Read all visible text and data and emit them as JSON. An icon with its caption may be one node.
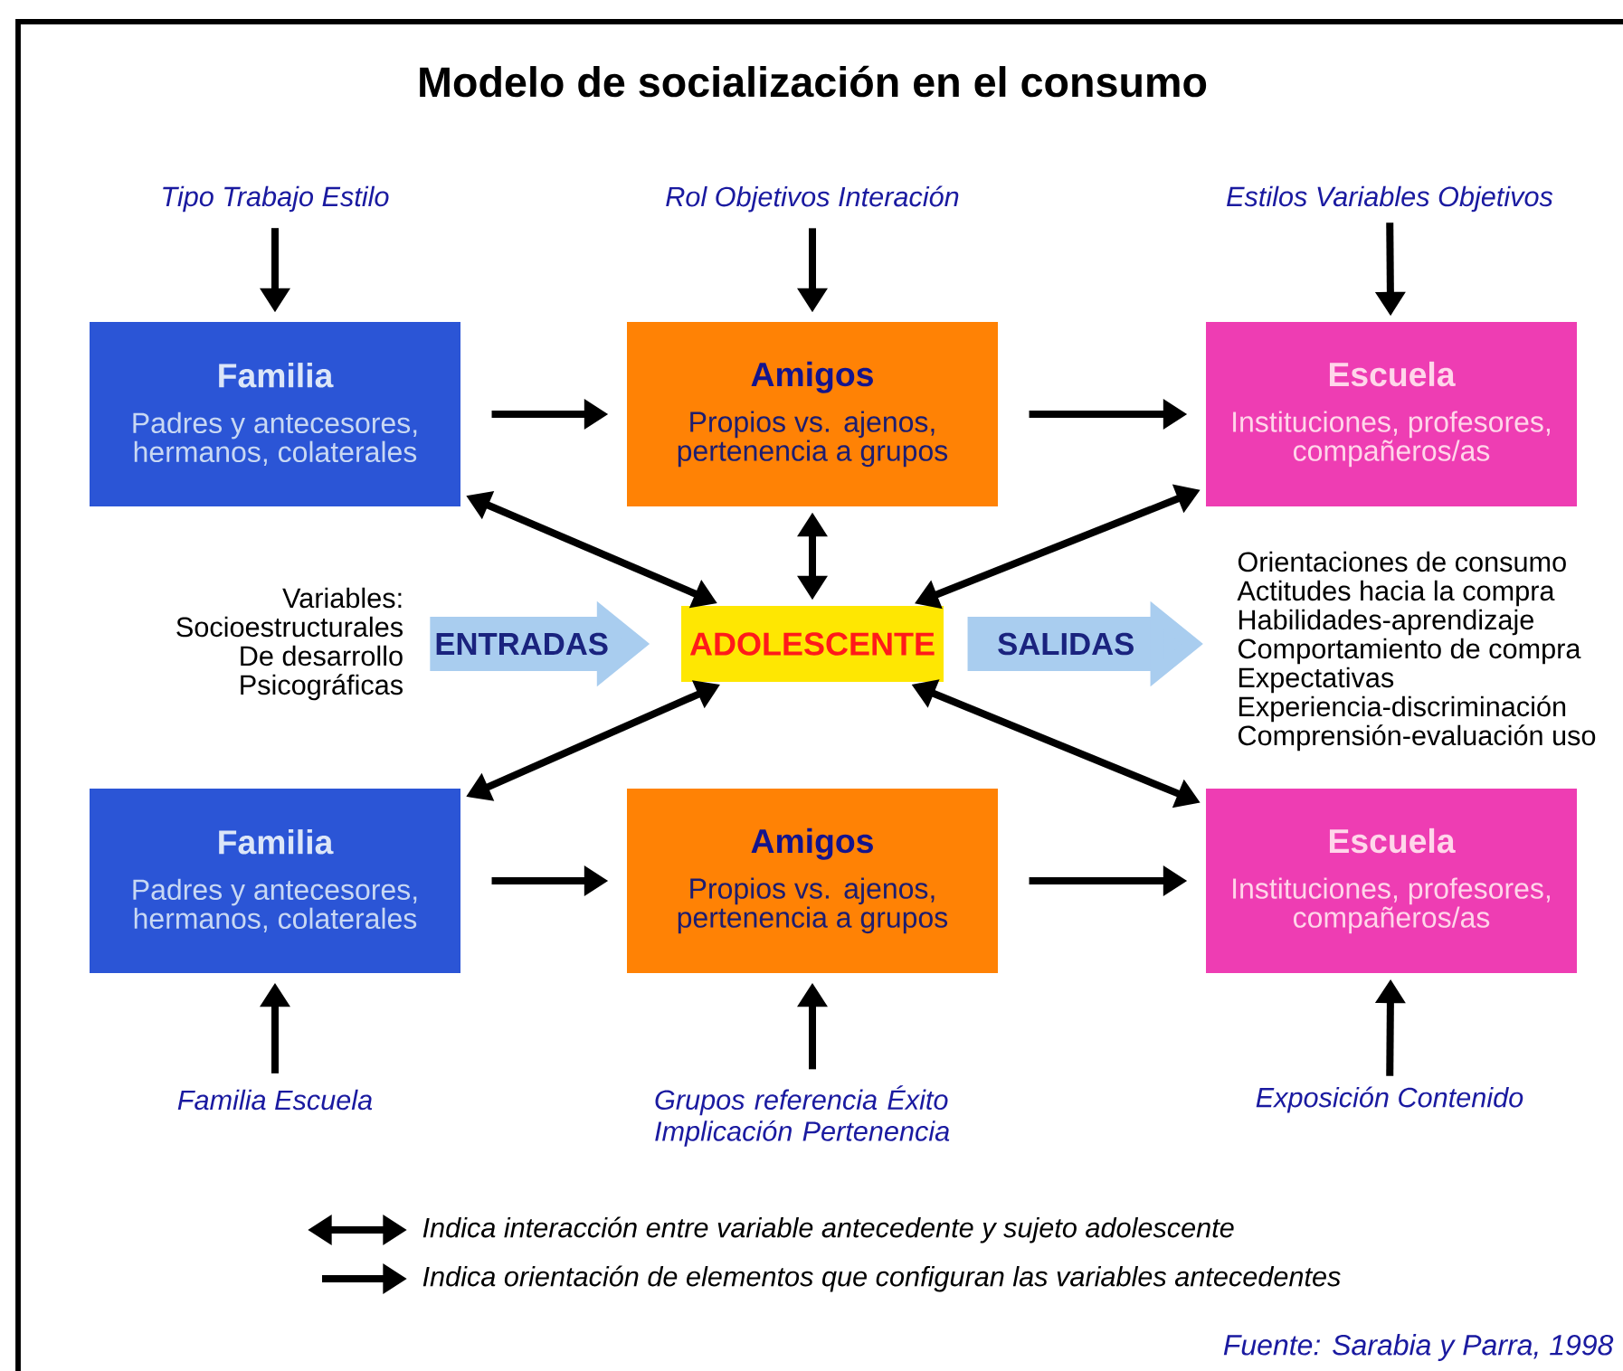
{
  "diagram": {
    "title": "Modelo de socialización en el consumo",
    "caption": "Fuente: Sarabia y Parra, 1998",
    "nodes": [
      {
        "text": [
          "Tipo Trabajo Estilo"
        ]
      },
      {
        "text": [
          "Rol Objetivos Interación"
        ]
      },
      {
        "text": [
          "Estilos Variables Objetivos"
        ]
      },
      {
        "text": [
          "Familia",
          "Padres y antecesores, hermanos, colaterales"
        ]
      },
      {
        "text": [
          "Amigos",
          "Propios vs. ajenos, pertenencia a grupos"
        ]
      },
      {
        "text": [
          "Escuela",
          "Instituciones, profesores, compañeros/as"
        ]
      },
      {
        "text": [
          "Variables:",
          "Socioestructurales",
          "De desarrollo",
          "Psicográficas"
        ]
      },
      {
        "text": [
          "ADOLESCENTE"
        ]
      },
      {
        "text": [
          "Orientaciones de consumo",
          "Actitudes hacia la compra",
          "Habilidades-aprendizaje",
          "Comportamiento de compra",
          "Expectativas",
          "Experiencia-discriminación",
          "Comprensión-evaluación uso"
        ]
      },
      {
        "text": [
          "Familia",
          "Padres y antecesores, hermanos, colaterales"
        ]
      },
      {
        "text": [
          "Amigos",
          "Propios vs. ajenos, pertenencia a grupos"
        ]
      },
      {
        "text": [
          "Escuela",
          "Instituciones, profesores, compañeros/as"
        ]
      },
      {
        "text": [
          "Familia Escuela"
        ]
      },
      {
        "text": [
          "Grupos referencia Éxito Implicación Pertenencia"
        ]
      },
      {
        "text": [
          "Exposición Contenido"
        ]
      }
    ],
    "edges": [
      {
        "from": 0,
        "to": 3,
        "arrow": "to"
      },
      {
        "from": 1,
        "to": 4,
        "arrow": "to"
      },
      {
        "from": 2,
        "to": 5,
        "arrow": "to"
      },
      {
        "from": 3,
        "to": 4,
        "arrow": "to"
      },
      {
        "from": 4,
        "to": 5,
        "arrow": "to"
      },
      {
        "from": 3,
        "to": 7,
        "arrow": "both"
      },
      {
        "from": 4,
        "to": 7,
        "arrow": "both"
      },
      {
        "from": 5,
        "to": 7,
        "arrow": "both"
      },
      {
        "from": 6,
        "to": 7,
        "arrow": "to",
        "label": "ENTRADAS",
        "style": "thick",
        "color": "#a9cdef"
      },
      {
        "from": 7,
        "to": 8,
        "arrow": "to",
        "label": "SALIDAS",
        "style": "thick",
        "color": "#a9cdef"
      },
      {
        "from": 7,
        "to": 9,
        "arrow": "both"
      },
      {
        "from": 7,
        "to": 11,
        "arrow": "both"
      },
      {
        "from": 9,
        "to": 10,
        "arrow": "to"
      },
      {
        "from": 10,
        "to": 11,
        "arrow": "to"
      },
      {
        "from": 12,
        "to": 9,
        "arrow": "to"
      },
      {
        "from": 13,
        "to": 10,
        "arrow": "to"
      },
      {
        "from": 14,
        "to": 11,
        "arrow": "to"
      }
    ],
    "legend": [
      {
        "text": "Indica interacción entre variable antecedente y sujeto adolescente"
      },
      {
        "text": "Indica orientación de elementos que configuran las variables antecedentes"
      }
    ]
  }
}
